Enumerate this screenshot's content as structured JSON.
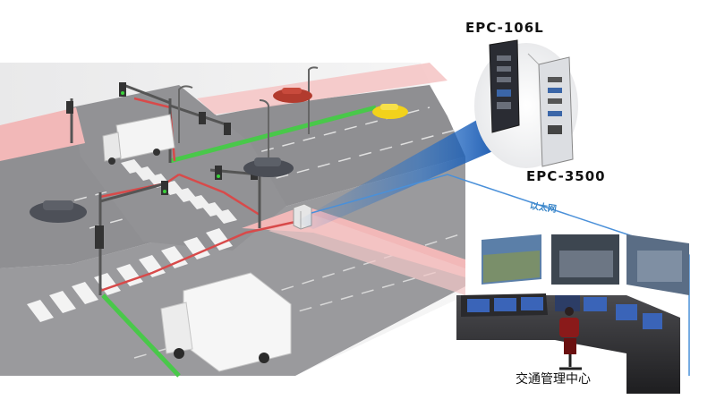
{
  "labels": {
    "epc_106l": "EPC-106L",
    "epc_3500": "EPC-3500",
    "ethernet": "以太网",
    "traffic_center": "交通管理中心"
  },
  "colors": {
    "road": "#8f8f92",
    "road_light": "#b7b7ba",
    "sidewalk": "#f2b8b8",
    "network_line": "#d84a4a",
    "ethernet_line": "#4a90d9",
    "beam": "#1e6fd0",
    "median_green": "#49c84a"
  },
  "icons": [
    "traffic-light-icon",
    "street-lamp-icon",
    "cabinet-icon",
    "car-icon",
    "truck-icon",
    "monitor-icon",
    "operator-chair-icon"
  ]
}
